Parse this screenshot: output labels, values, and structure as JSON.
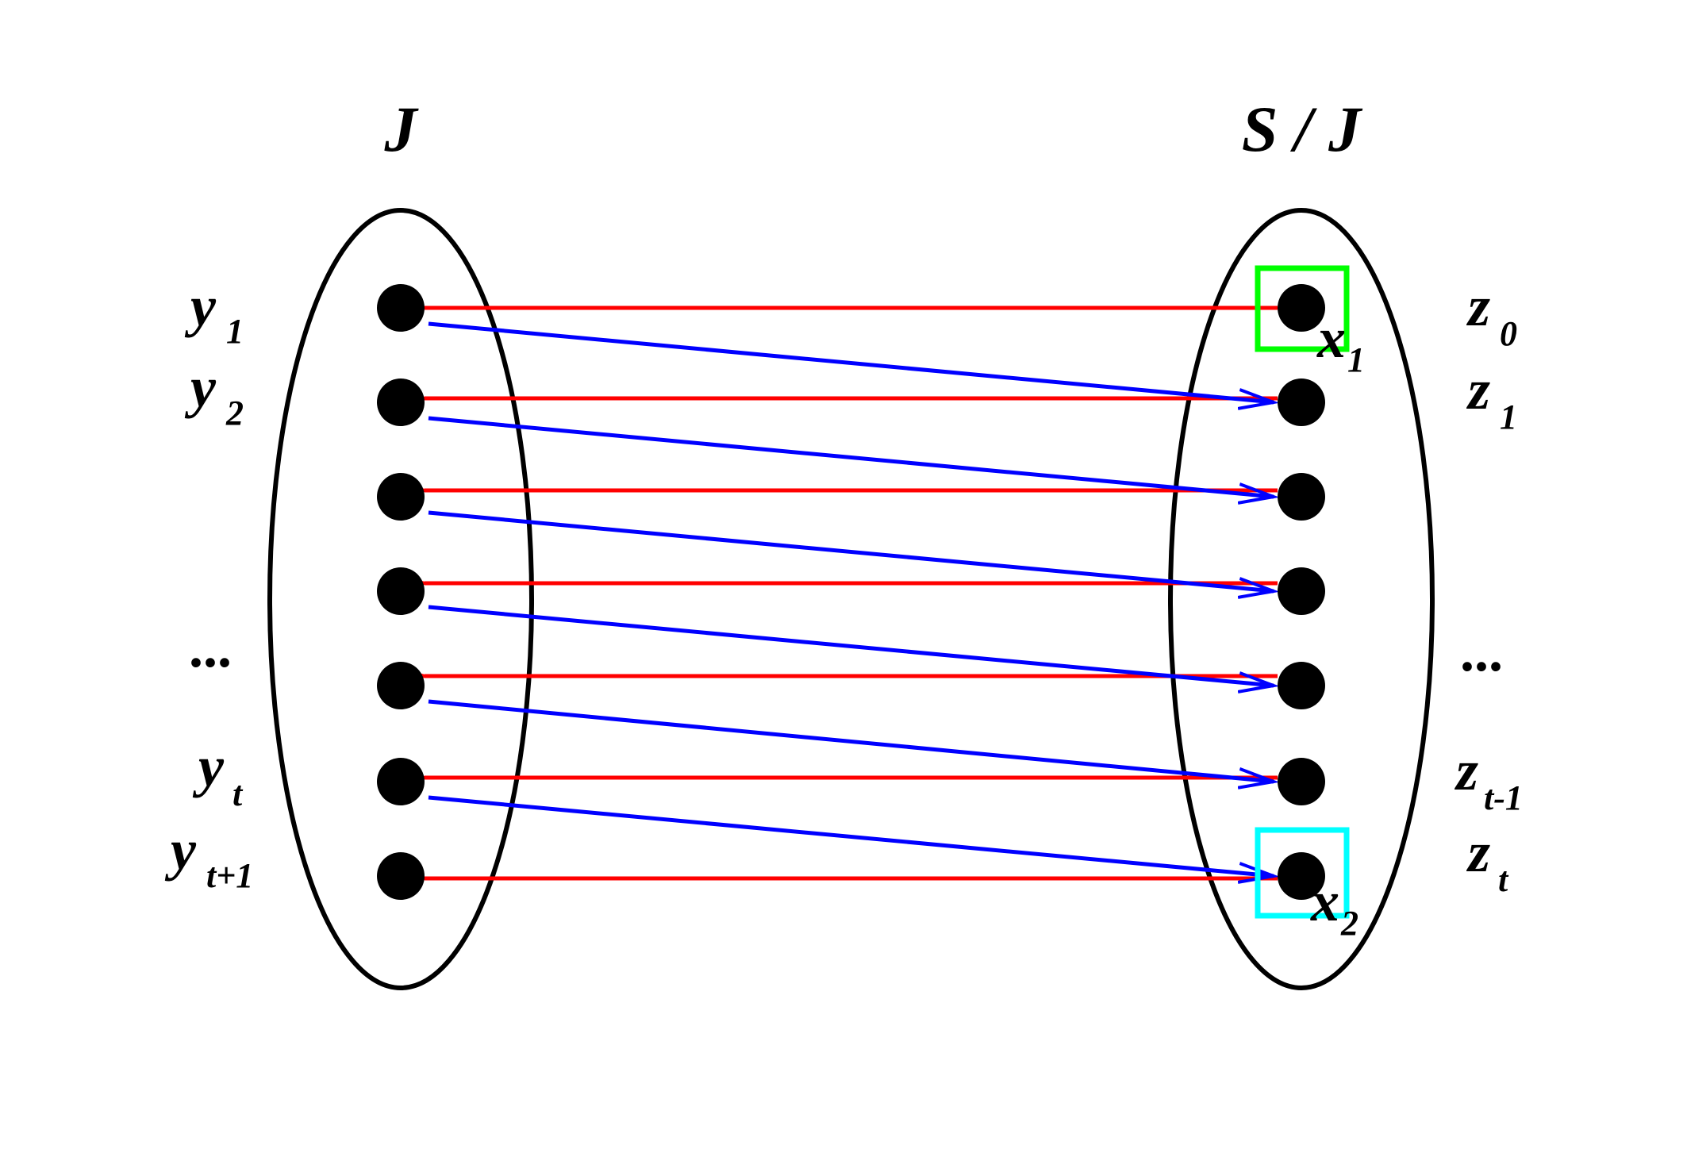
{
  "set_labels": {
    "left": "J",
    "right": "S / J"
  },
  "left_labels": [
    {
      "main": "y",
      "sub": "1"
    },
    {
      "main": "y",
      "sub": "2"
    },
    {
      "main": "y",
      "sub": "t"
    },
    {
      "main": "y",
      "sub": "t+1"
    }
  ],
  "right_labels": [
    {
      "main": "z",
      "sub": "0"
    },
    {
      "main": "z",
      "sub": "1"
    },
    {
      "main": "z",
      "sub": "t-1"
    },
    {
      "main": "z",
      "sub": "t"
    }
  ],
  "ellipsis": {
    "left": "...",
    "right": "..."
  },
  "marked_nodes": [
    {
      "main": "x",
      "sub": "1",
      "box_color": "#00ff00"
    },
    {
      "main": "x",
      "sub": "2",
      "box_color": "#00ffff"
    }
  ],
  "node_count_per_side": 7,
  "edges": {
    "right_to_left": {
      "color": "#ff0000",
      "pairs": "z_i -> y_i (same row)"
    },
    "left_to_right": {
      "color": "#0000ff",
      "pairs": "y_i -> next row on right"
    }
  },
  "colors": {
    "node": "#000000",
    "outline": "#000000"
  }
}
